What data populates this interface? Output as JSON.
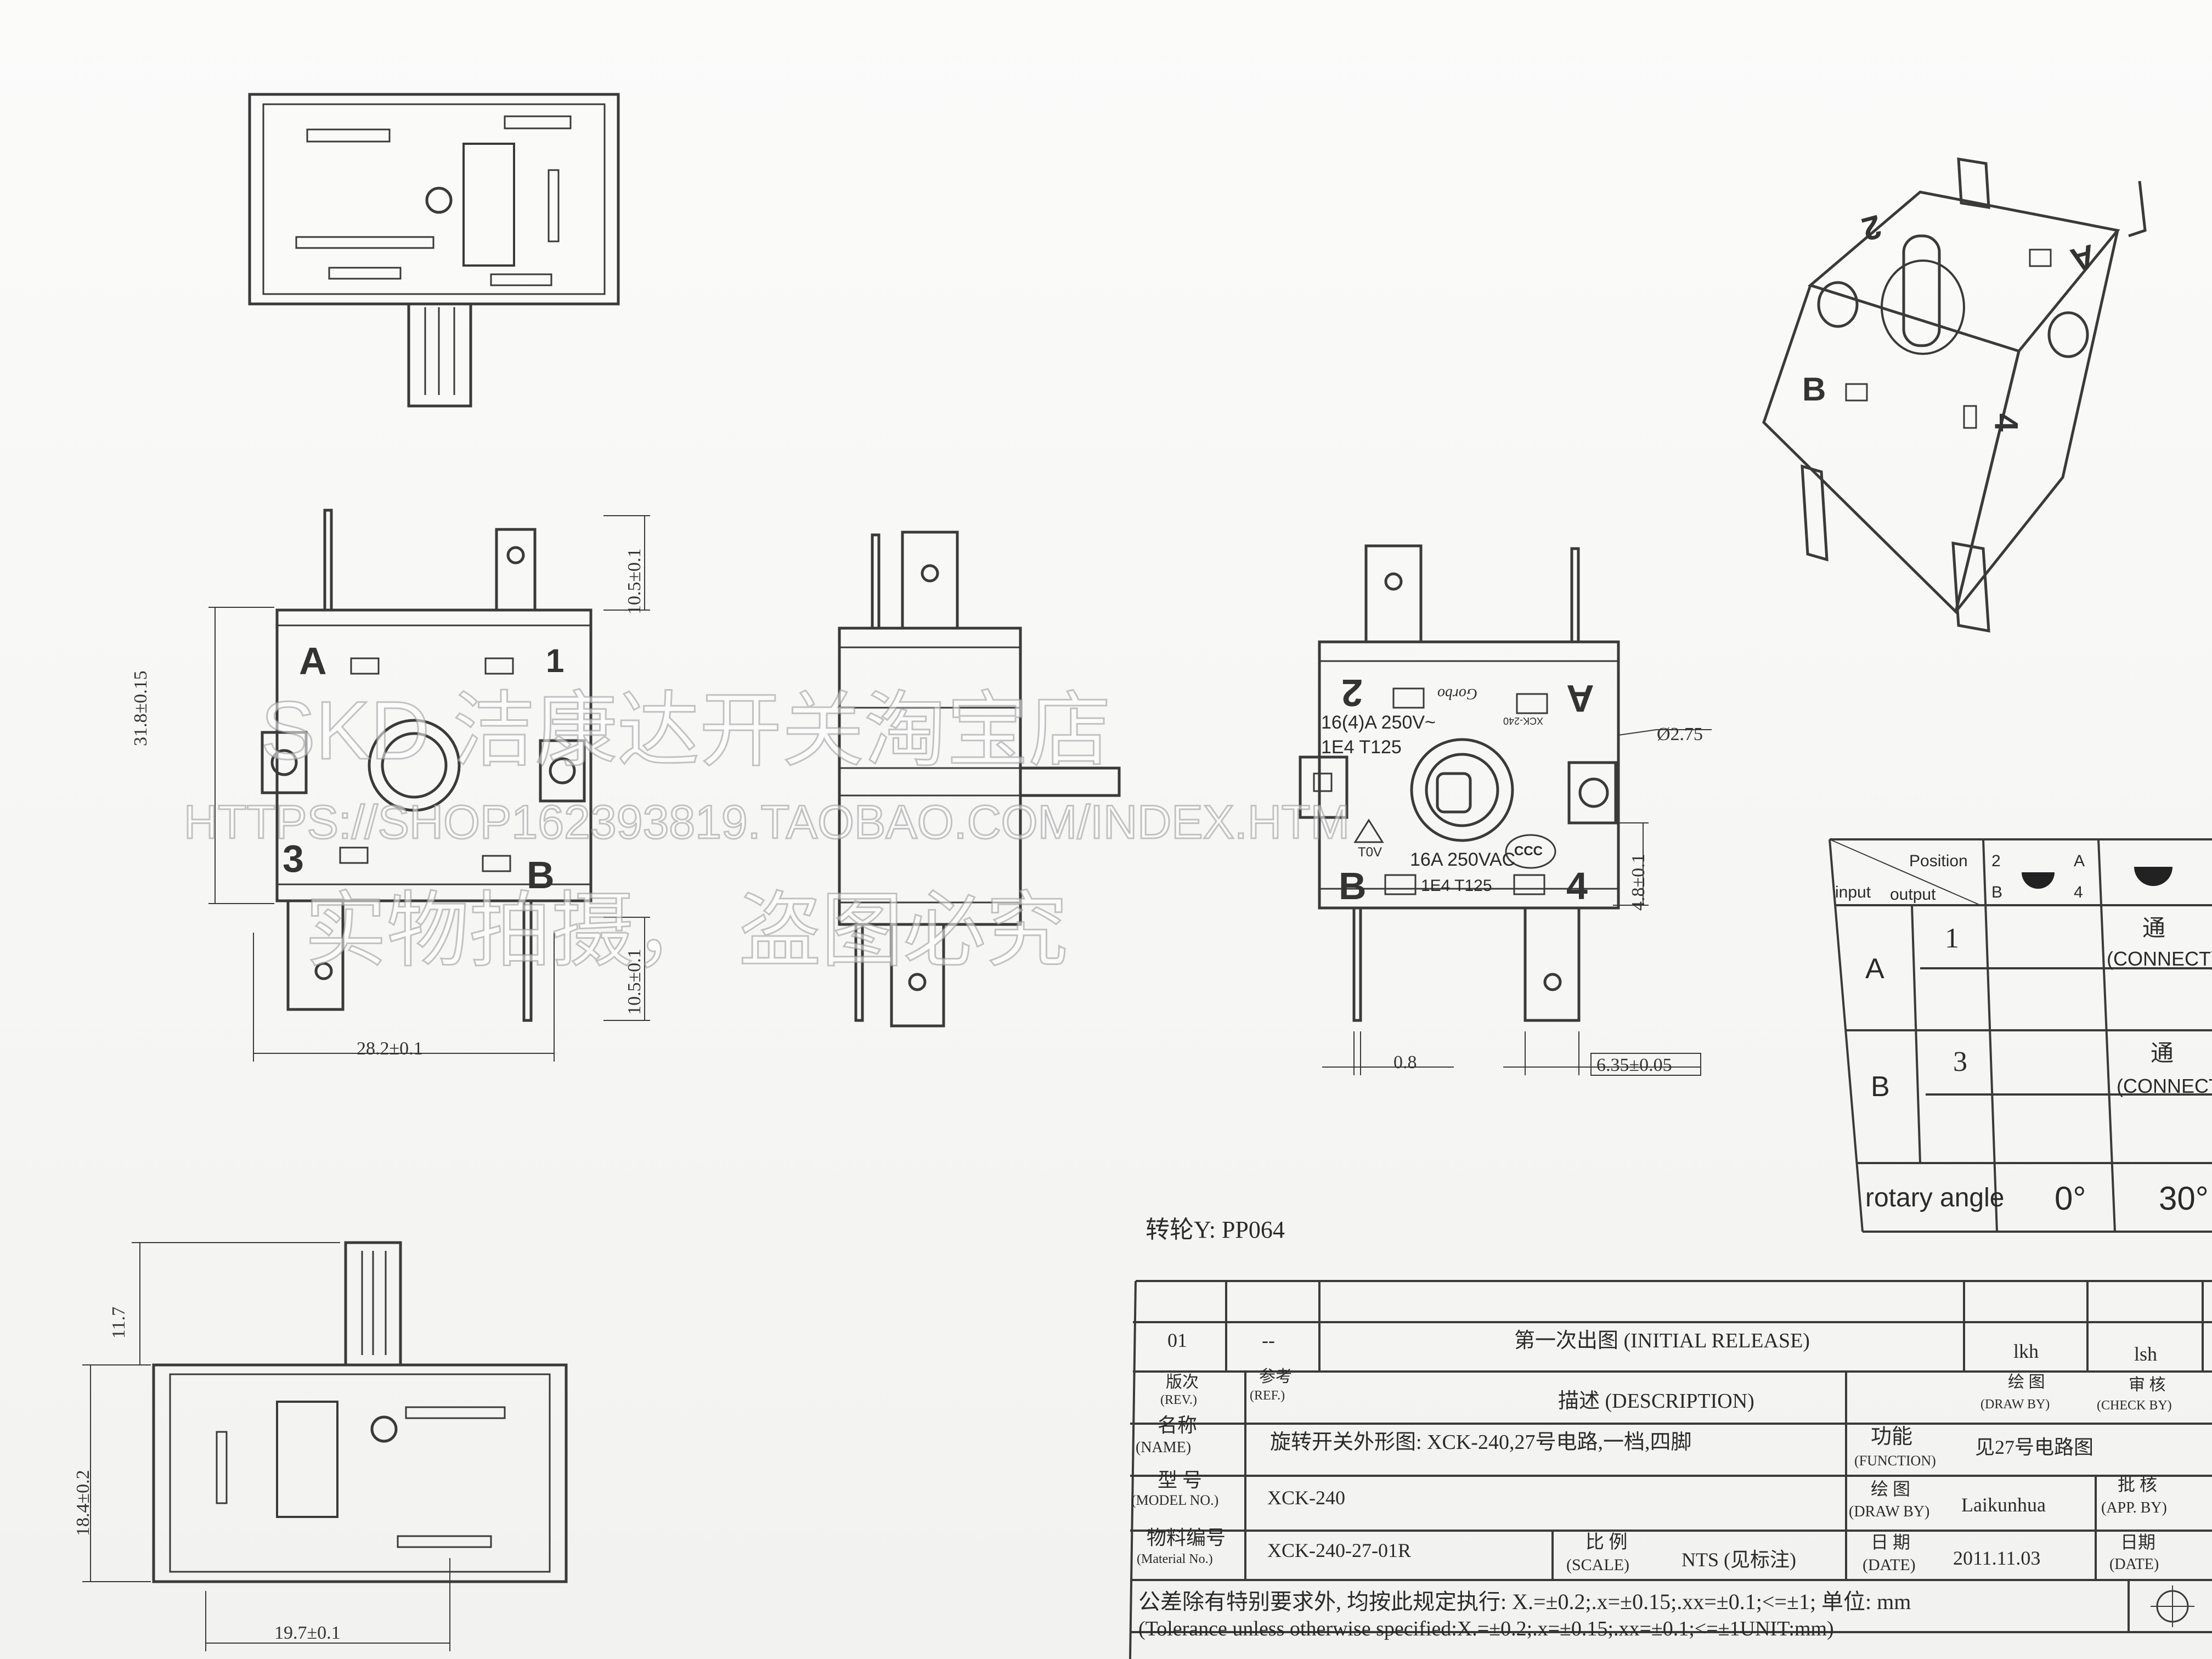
{
  "watermark": {
    "shop": "SKD 洁康达开关淘宝店",
    "url": "HTTPS://SHOP162393819.TAOBAO.COM/INDEX.HTM",
    "notice": "实物拍摄， 盗图必究"
  },
  "front_view": {
    "terminals": [
      "A",
      "1",
      "3",
      "B"
    ],
    "dims": {
      "height": "31.8±0.15",
      "top_tab": "10.5±0.1",
      "bottom_tab": "10.5±0.1",
      "width": "28.2±0.1"
    }
  },
  "rear_view": {
    "labels": [
      "2",
      "A",
      "B",
      "4"
    ],
    "brand": "Gorbo",
    "model_mark": "XCK-240",
    "rating1": "16(4)A 250V~",
    "rating2": "1E4 T125",
    "rating3": "16A 250VAC",
    "rating4": "1E4 T125",
    "tov": "T0V",
    "ccc": "CCC",
    "dims": {
      "hole": "Ø2.75",
      "offset": "4.8±0.1",
      "pin": "0.8",
      "tab": "6.35±0.05"
    }
  },
  "iso_view": {
    "labels": [
      "2",
      "A",
      "B",
      "4"
    ]
  },
  "bottom_view": {
    "dims": {
      "shaft": "11.7",
      "height": "18.4±0.2",
      "width": "19.7±0.1"
    }
  },
  "rotor": "转轮Y: PP064",
  "truth_table": {
    "header_position": "Position",
    "header_input": "input",
    "header_output": "output",
    "pos_labels": [
      "2",
      "A",
      "B",
      "4"
    ],
    "rows": [
      {
        "input": "A",
        "output": "1",
        "cells": [
          "",
          "通",
          "(CONNECT)"
        ]
      },
      {
        "input": "B",
        "output": "3",
        "cells": [
          "",
          "通",
          "(CONNECT"
        ]
      }
    ],
    "angle_label": "rotary angle",
    "angles": [
      "0°",
      "30°"
    ]
  },
  "title_block": {
    "rev": "01",
    "ref": "--",
    "initial_release": "第一次出图 (INITIAL RELEASE)",
    "draw_by_name": "lkh",
    "check_by_name": "lsh",
    "rev_label": "版次",
    "rev_label_en": "(REV.)",
    "ref_label": "参考",
    "ref_label_en": "(REF.)",
    "desc_label": "描述 (DESCRIPTION)",
    "draw_label": "绘 图",
    "draw_label_en": "(DRAW BY)",
    "check_label": "审 核",
    "check_label_en": "(CHECK BY)",
    "name_label": "名称",
    "name_label_en": "(NAME)",
    "name_value": "旋转开关外形图: XCK-240,27号电路,一档,四脚",
    "function_label": "功能",
    "function_label_en": "(FUNCTION)",
    "function_value": "见27号电路图",
    "model_label": "型 号",
    "model_label_en": "(MODEL NO.)",
    "model_value": "XCK-240",
    "drawby2_label": "绘 图",
    "drawby2_label_en": "(DRAW BY)",
    "drawby2_value": "Laikunhua",
    "approve_label": "批 核",
    "approve_label_en": "(APP. BY)",
    "material_label": "物料编号",
    "material_label_en": "(Material No.)",
    "material_value": "XCK-240-27-01R",
    "scale_label": "比 例",
    "scale_label_en": "(SCALE)",
    "scale_value": "NTS (见标注)",
    "date_label": "日 期",
    "date_label_en": "(DATE)",
    "date_value": "2011.11.03",
    "date2_label": "日期",
    "date2_label_en": "(DATE)",
    "tolerance_cn": "公差除有特别要求外, 均按此规定执行: X.=±0.2;.x=±0.15;.xx=±0.1;<=±1; 单位: mm",
    "tolerance_en": "(Tolerance unless otherwise specified:X.=±0.2;.x=±0.15;.xx=±0.1;<=±1UNIT:mm)"
  }
}
